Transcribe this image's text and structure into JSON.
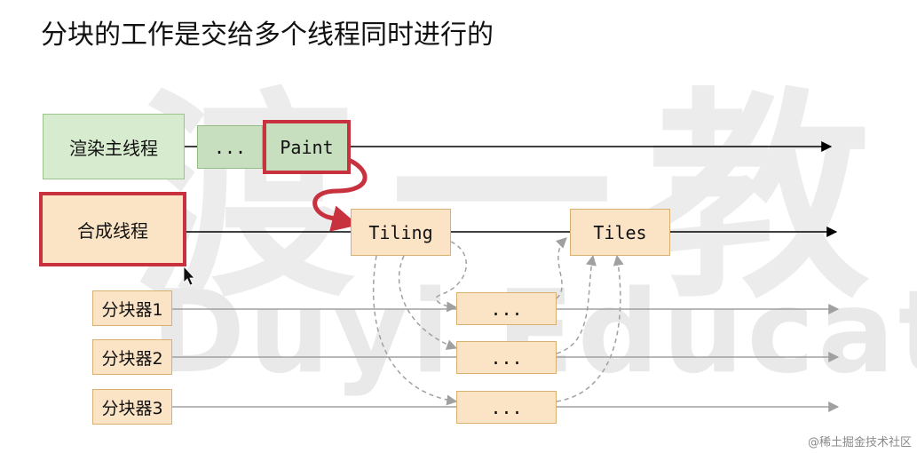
{
  "title": "分块的工作是交给多个线程同时进行的",
  "watermark": {
    "cn": "渡一教",
    "en": "Duyi Educat"
  },
  "threads": {
    "render_main": "渲染主线程",
    "ellipsis": "...",
    "paint": "Paint",
    "compositor": "合成线程",
    "tiling": "Tiling",
    "tiles": "Tiles"
  },
  "tilers": [
    {
      "label": "分块器1",
      "task": "..."
    },
    {
      "label": "分块器2",
      "task": "..."
    },
    {
      "label": "分块器3",
      "task": "..."
    }
  ],
  "footer": "@稀土掘金技术社区",
  "colors": {
    "green": "#d7ebcf",
    "orange": "#fbe3c6",
    "highlight_red": "#c8323f",
    "arrow_gray": "#a0a0a0",
    "arrow_black": "#000000"
  }
}
